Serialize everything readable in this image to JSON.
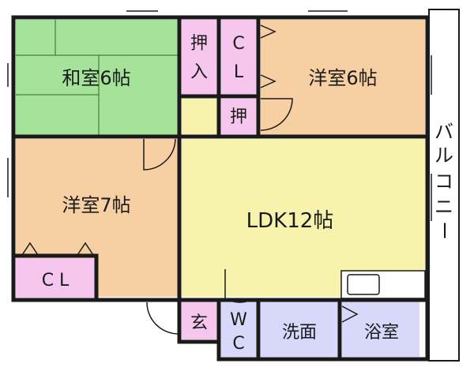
{
  "rooms": {
    "washitsu": "和室6帖",
    "yoshitsu_ne": "洋室6帖",
    "yoshitsu_w": "洋室7帖",
    "ldk": "LDK12帖",
    "oshiire_top": [
      "押",
      "入"
    ],
    "cl_top": [
      "C",
      "L"
    ],
    "oshi": "押",
    "cl_bottom": "C L",
    "genkan": "玄",
    "wc": [
      "W",
      "C"
    ],
    "senmen": "洗面",
    "yokushitsu": "浴室",
    "balcony": [
      "バ",
      "ル",
      "コ",
      "ニ",
      "ー"
    ]
  },
  "colors": {
    "green": "#a6e39a",
    "peach": "#f6cfa3",
    "yellow": "#f7f3ad",
    "pink": "#f6c6ef",
    "lavender": "#d8d8fb",
    "wall": "#1a1a1a"
  }
}
